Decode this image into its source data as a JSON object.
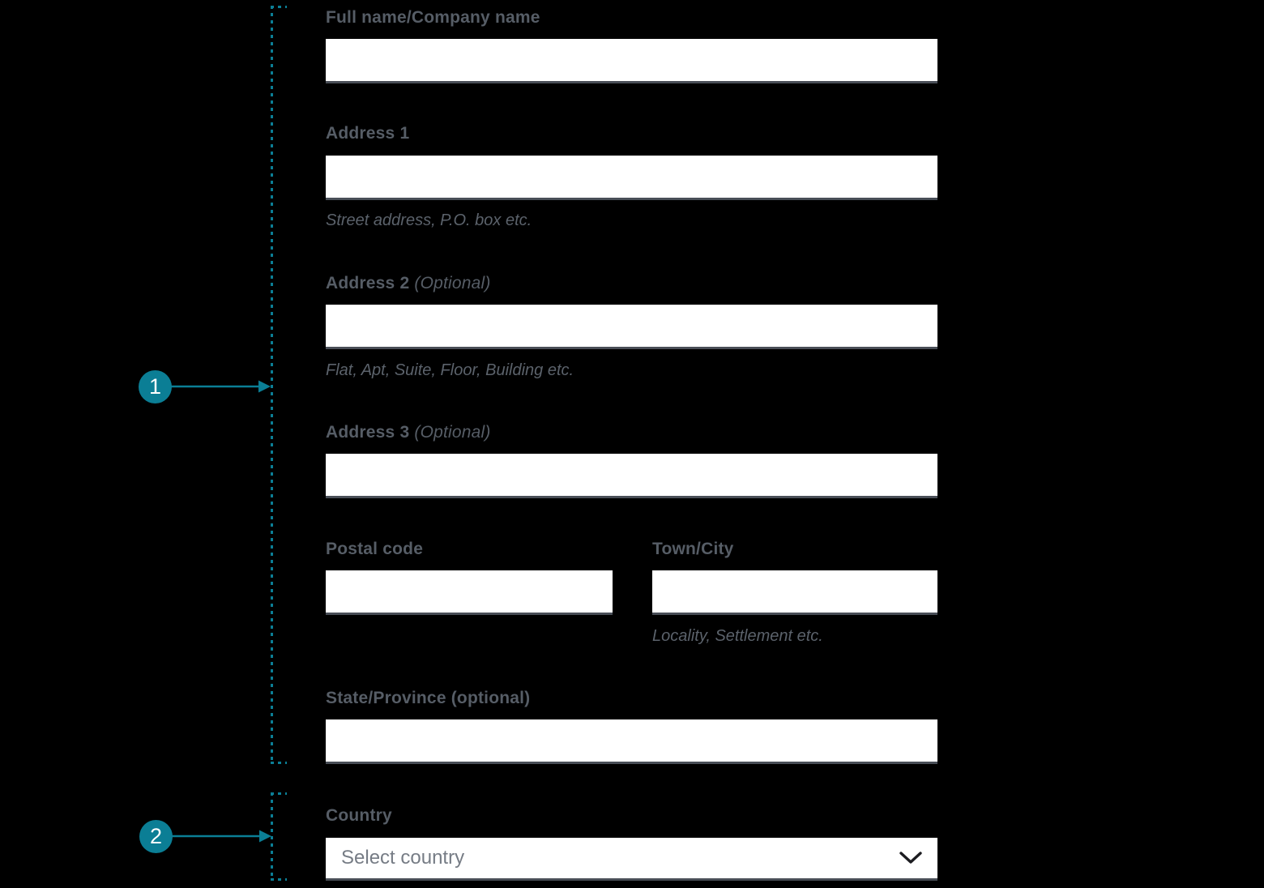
{
  "palette": {
    "background": "#000000",
    "accent_teal": "#0b7e95",
    "label_gray": "#565d66",
    "input_border": "#494e57",
    "input_background": "#ffffff"
  },
  "annotations": {
    "markers": [
      {
        "number": "1"
      },
      {
        "number": "2"
      }
    ]
  },
  "form": {
    "fields": {
      "full_name": {
        "label": "Full name/Company name",
        "value": ""
      },
      "address1": {
        "label": "Address 1",
        "value": "",
        "hint": "Street address, P.O. box etc."
      },
      "address2": {
        "label": "Address 2",
        "optional": "(Optional)",
        "value": "",
        "hint": "Flat, Apt, Suite, Floor, Building etc."
      },
      "address3": {
        "label": "Address 3",
        "optional": "(Optional)",
        "value": ""
      },
      "postal_code": {
        "label": "Postal code",
        "value": ""
      },
      "town_city": {
        "label": "Town/City",
        "value": "",
        "hint": "Locality, Settlement etc."
      },
      "state_province": {
        "label": "State/Province (optional)",
        "value": ""
      },
      "country": {
        "label": "Country",
        "placeholder": "Select country"
      }
    }
  }
}
